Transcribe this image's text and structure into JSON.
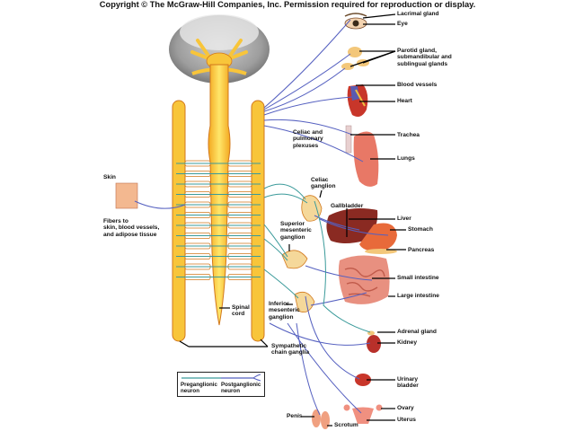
{
  "copyright": "Copyright © The McGraw-Hill Companies, Inc. Permission required for reproduction or display.",
  "colors": {
    "preganglionic": "#3a9a9a",
    "postganglionic": "#5560c0",
    "spinal_cord": "#f8c53a",
    "spinal_cord_outline": "#d2781c",
    "organ_red": "#c9504a",
    "brain_gray": "#9a9a9a",
    "leader_line": "#000000"
  },
  "labels": {
    "lacrimal_gland": "Lacrimal gland",
    "eye": "Eye",
    "salivary_glands": "Parotid gland,\nsubmandibular and\nsublingual glands",
    "blood_vessels": "Blood vessels",
    "heart": "Heart",
    "celiac_pulmonary_plexuses": "Celiac and\npulmonary\nplexuses",
    "trachea": "Trachea",
    "lungs": "Lungs",
    "celiac_ganglion": "Celiac\nganglion",
    "gallbladder": "Gallbladder",
    "liver": "Liver",
    "stomach": "Stomach",
    "superior_mesenteric_ganglion": "Superior\nmesenteric\nganglion",
    "pancreas": "Pancreas",
    "small_intestine": "Small intestine",
    "large_intestine": "Large intestine",
    "inferior_mesenteric_ganglion": "Inferior\nmesenteric\nganglion",
    "spinal_cord": "Spinal\ncord",
    "adrenal_gland": "Adrenal gland",
    "kidney": "Kidney",
    "sympathetic_chain_ganglia": "Sympathetic\nchain ganglia",
    "urinary_bladder": "Urinary\nbladder",
    "ovary": "Ovary",
    "uterus": "Uterus",
    "penis": "Penis",
    "scrotum": "Scrotum",
    "skin": "Skin",
    "skin_fibers": "Fibers to\nskin, blood vessels,\nand adipose tissue"
  },
  "legend": {
    "preganglionic": "Preganglionic\nneuron",
    "postganglionic": "Postganglionic\nneuron"
  }
}
